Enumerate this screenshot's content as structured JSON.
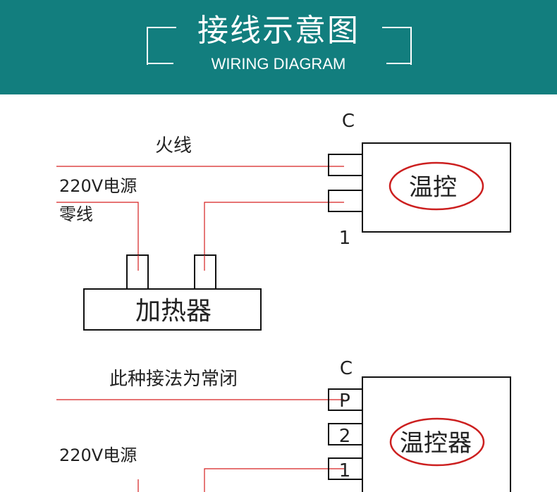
{
  "header": {
    "title": "接线示意图",
    "subtitle": "WIRING DIAGRAM"
  },
  "diagram1": {
    "terminal_top": "C",
    "terminal_bottom": "1",
    "live_wire": "火线",
    "power": "220V电源",
    "neutral_wire": "零线",
    "heater": "加热器",
    "thermostat": "温控"
  },
  "diagram2": {
    "terminal_top": "C",
    "note": "此种接法为常闭",
    "power": "220V电源",
    "pin_p": "P",
    "pin_2": "2",
    "pin_1": "1",
    "thermostat": "温控器"
  },
  "colors": {
    "banner": "#127e7e",
    "wire": "#d62020",
    "outline": "#111111",
    "ellipse": "#cc1f1f"
  }
}
